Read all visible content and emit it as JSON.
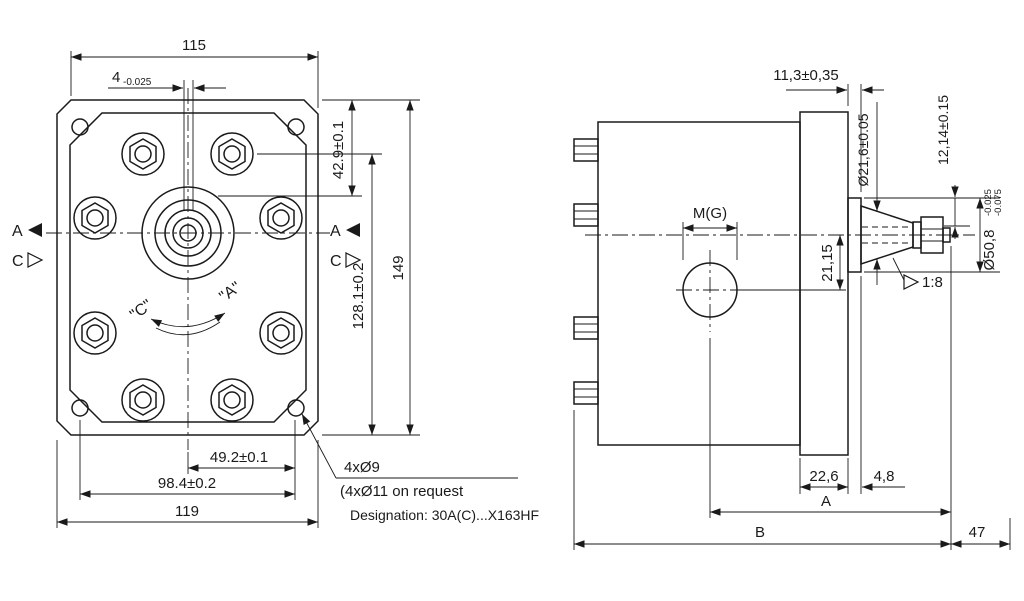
{
  "colors": {
    "ink": "#1a1a1a",
    "background": "#ffffff"
  },
  "front_view": {
    "dim_width_top": "115",
    "key_width": "4",
    "key_width_tol": "-0.025",
    "dim_top_to_shaft": "42.9±0.1",
    "dim_overall_height": "149",
    "dim_bolt_span_vertical": "128.1±0.2",
    "dim_center_to_holes": "49.2±0.1",
    "dim_hole_span": "98.4±0.2",
    "dim_width_bottom": "119",
    "view_label_a": "A",
    "view_label_c": "C",
    "rotation_label_c": "\"C\"",
    "rotation_label_a": "\"A\"",
    "note_holes": "4xØ9",
    "note_holes_option": "(4xØ11 on request",
    "note_designation": "Designation: 30A(C)...X163HF"
  },
  "side_view": {
    "dim_flange_offset": "11,3±0,35",
    "dim_shaft_taper_dia": "Ø21,6±0.05",
    "dim_key_height": "12,14±0.15",
    "port_label": "M(G)",
    "dim_port_offset": "21,15",
    "dim_pilot_dia": "Ø50,8",
    "dim_pilot_tol_upper": "-0.025",
    "dim_pilot_tol_lower": "-0.075",
    "taper_label": "1:8",
    "dim_pilot_length": "22,6",
    "dim_step": "4,8",
    "dim_a": "A",
    "dim_b": "B",
    "dim_47": "47"
  }
}
